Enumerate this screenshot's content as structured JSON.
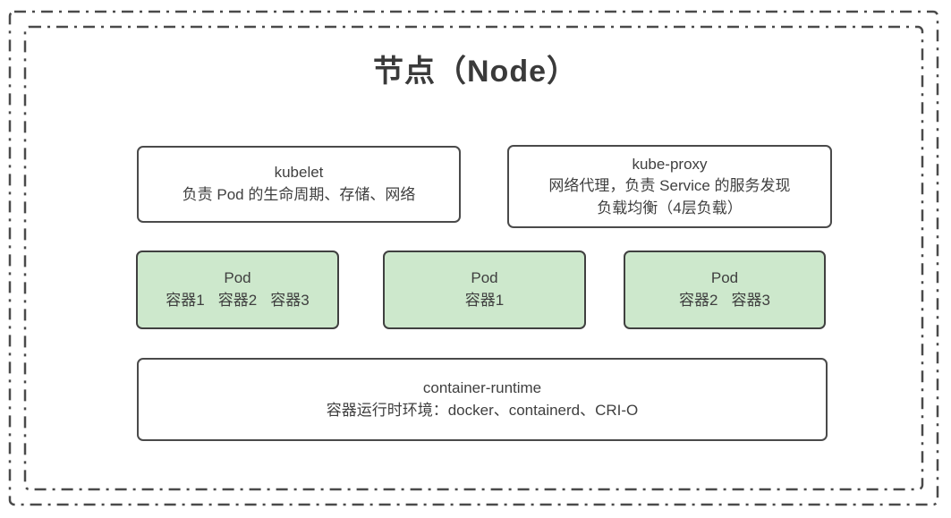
{
  "diagram": {
    "title": "节点（Node）",
    "colors": {
      "dash_border": "#4a4a4a",
      "box_border": "#4a4a4a",
      "pod_fill": "#cde8cc",
      "text": "#3f3f3f"
    },
    "components": {
      "kubelet": {
        "name": "kubelet",
        "desc": "负责 Pod 的生命周期、存储、网络"
      },
      "kube_proxy": {
        "name": "kube-proxy",
        "desc_line1": "网络代理，负责 Service 的服务发现",
        "desc_line2": "负载均衡（4层负载）"
      },
      "pods": [
        {
          "name": "Pod",
          "containers": [
            "容器1",
            "容器2",
            "容器3"
          ]
        },
        {
          "name": "Pod",
          "containers": [
            "容器1"
          ]
        },
        {
          "name": "Pod",
          "containers": [
            "容器2",
            "容器3"
          ]
        }
      ],
      "container_runtime": {
        "name": "container-runtime",
        "desc": "容器运行时环境：docker、containerd、CRI-O"
      }
    }
  }
}
